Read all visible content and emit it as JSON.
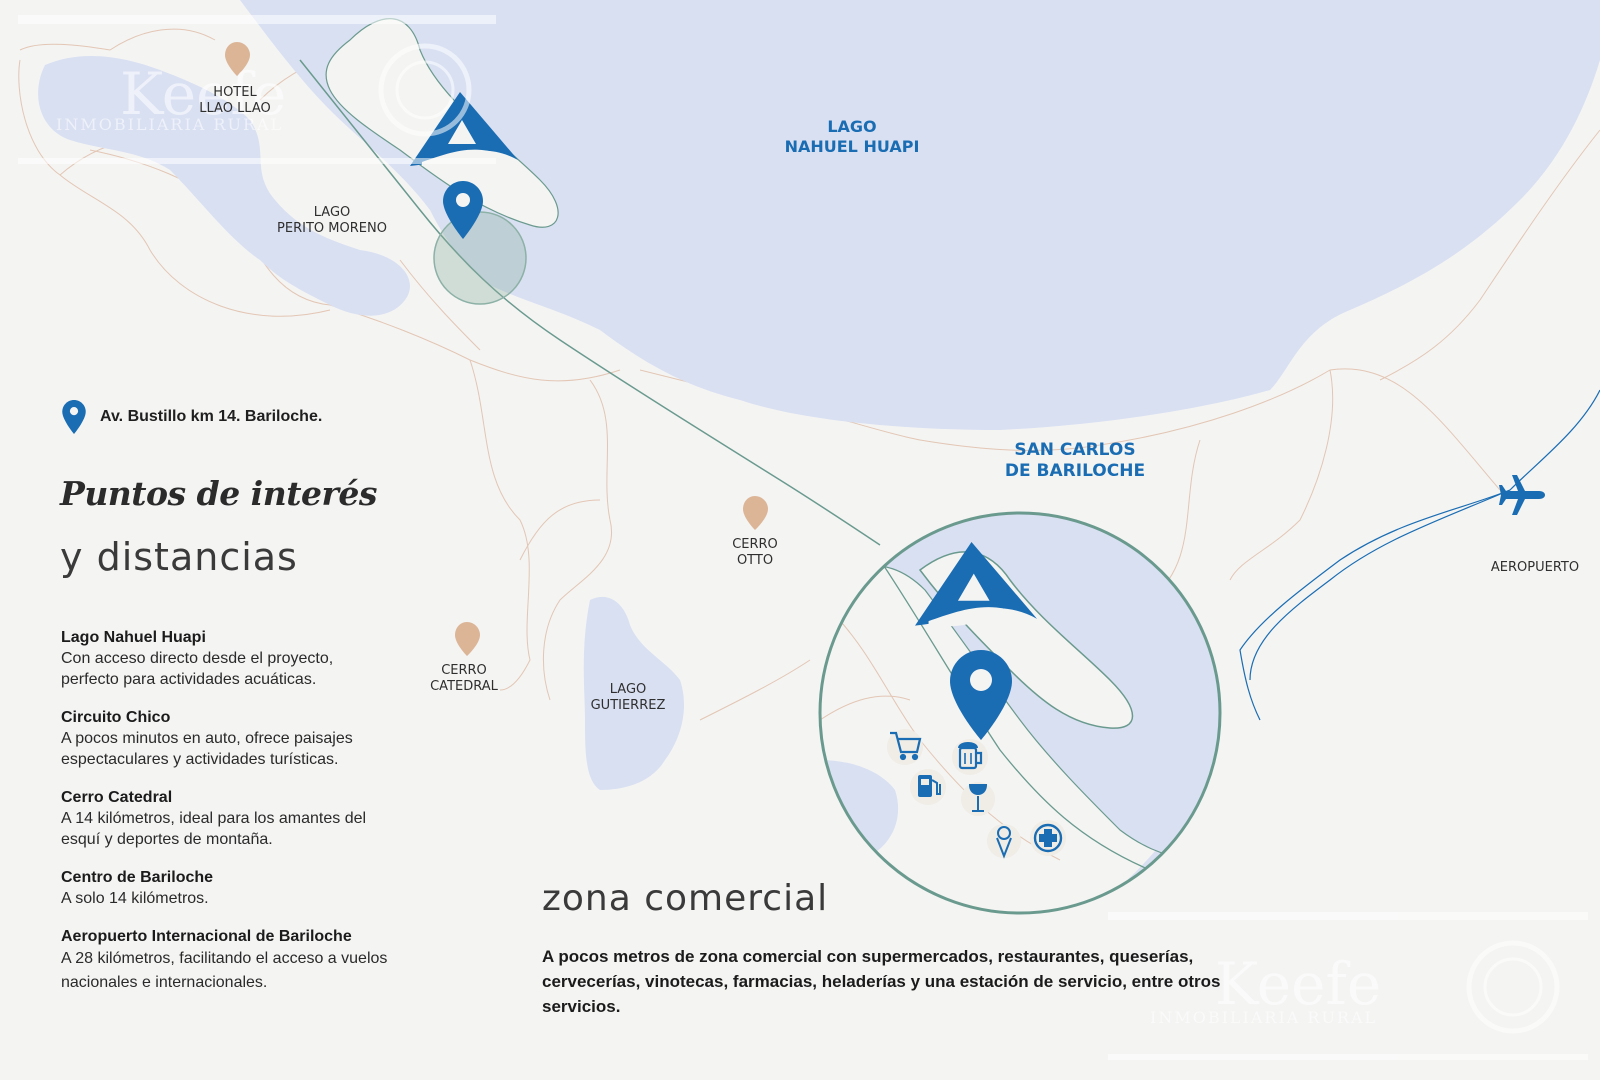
{
  "map": {
    "labels": {
      "hotel_llao_llao": "HOTEL\nLLAO LLAO",
      "lago_perito_moreno": "LAGO\nPERITO MORENO",
      "lago_nahuel_huapi": "LAGO\nNAHUEL HUAPI",
      "san_carlos_de_bariloche": "SAN CARLOS\nDE BARILOCHE",
      "cerro_otto": "CERRO\nOTTO",
      "cerro_catedral": "CERRO\nCATEDRAL",
      "lago_gutierrez": "LAGO\nGUTIERREZ",
      "aeropuerto": "AEROPUERTO"
    },
    "icons": [
      "brand-logo-icon",
      "location-pin-icon",
      "airplane-icon",
      "shopping-cart-icon",
      "beer-mug-icon",
      "fuel-pump-icon",
      "wine-glass-icon",
      "ice-cream-icon",
      "medical-cross-icon"
    ],
    "colors": {
      "water": "#d9e0f2",
      "brand_blue": "#1a6db3",
      "peak_marker": "#dcb597",
      "road": "#6a9a8e",
      "contour": "#e3c6b4",
      "background": "#f4f4f3"
    }
  },
  "address": "Av. Bustillo km 14. Bariloche.",
  "heading": {
    "line1": "Puntos de interés",
    "line2": "y distancias"
  },
  "points_of_interest": [
    {
      "name": "Lago Nahuel Huapi",
      "description": "Con acceso directo desde el proyecto,\nperfecto para actividades acuáticas."
    },
    {
      "name": "Circuito Chico",
      "description": "A pocos minutos en auto, ofrece paisajes\nespectaculares y actividades turísticas."
    },
    {
      "name": "Cerro Catedral",
      "description": "A 14 kilómetros, ideal para los amantes del\nesquí y deportes de montaña."
    },
    {
      "name": "Centro de Bariloche",
      "description": "A solo 14 kilómetros."
    },
    {
      "name": "Aeropuerto Internacional de Bariloche",
      "description": "A 28 kilómetros, facilitando el acceso a vuelos\nnacionales e internacionales."
    }
  ],
  "zona": {
    "title": "zona comercial",
    "text": "A pocos metros de zona comercial con supermercados, restaurantes, queserías, cervecerías, vinotecas, farmacias, heladerías y una estación de servicio, entre otros servicios."
  },
  "watermarks": {
    "brand": "Keefe",
    "subtitle": "INMOBILIARIA RURAL"
  }
}
